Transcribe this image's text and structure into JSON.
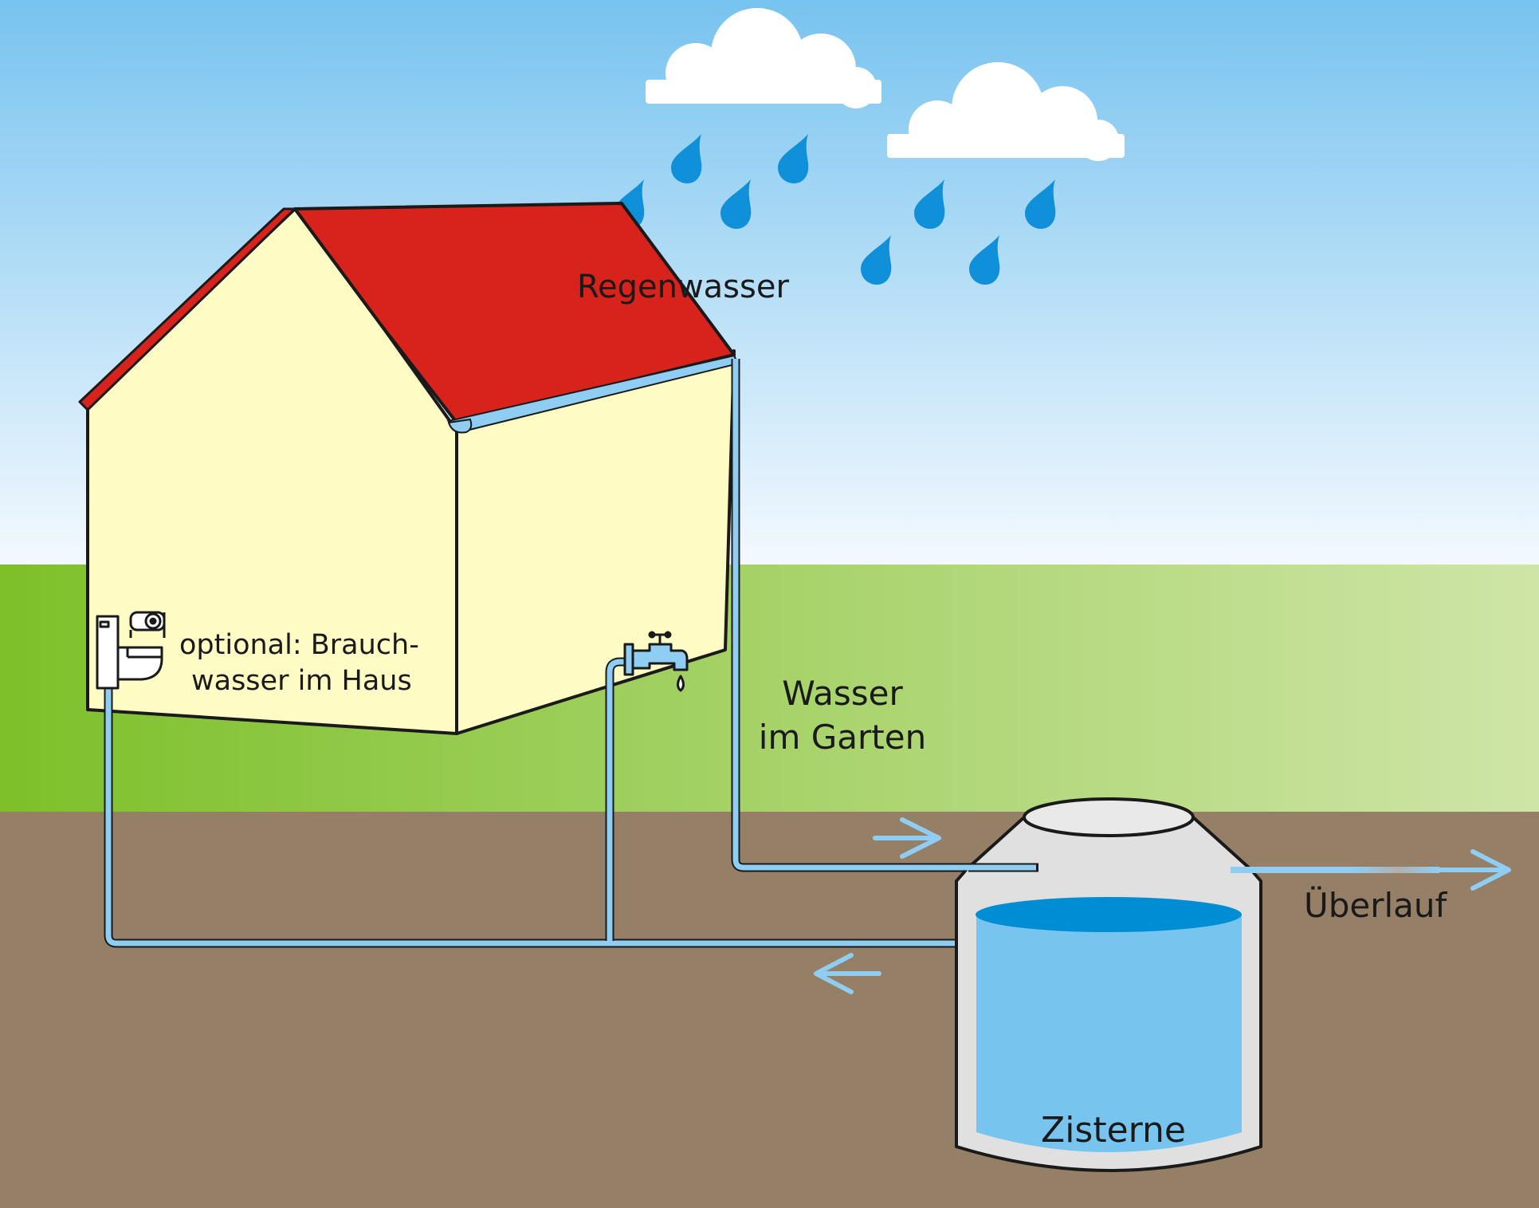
{
  "labels": {
    "regenwasser": "Regenwasser",
    "brauchwasser_line1": "optional: Brauch-",
    "brauchwasser_line2": "wasser im Haus",
    "garten_line1": "Wasser",
    "garten_line2": "im Garten",
    "ueberlauf": "Überlauf",
    "zisterne": "Zisterne"
  },
  "icons": {
    "cloud": "cloud-icon",
    "raindrop": "raindrop-icon",
    "toilet": "toilet-icon",
    "tap": "tap-icon",
    "arrow": "arrow-icon"
  },
  "colors": {
    "sky_top": "#77c3ef",
    "sky_bottom": "#f4f9fe",
    "grass_left": "#7dc02a",
    "grass_right": "#cfe5a7",
    "soil": "#957f66",
    "house_wall": "#fffbc4",
    "roof": "#d8221c",
    "water": "#77c4ef",
    "water_surface": "#008dd4",
    "pipe": "#8fcdf2",
    "raindrop": "#0f90d8",
    "tank": "#e0e0e0"
  }
}
